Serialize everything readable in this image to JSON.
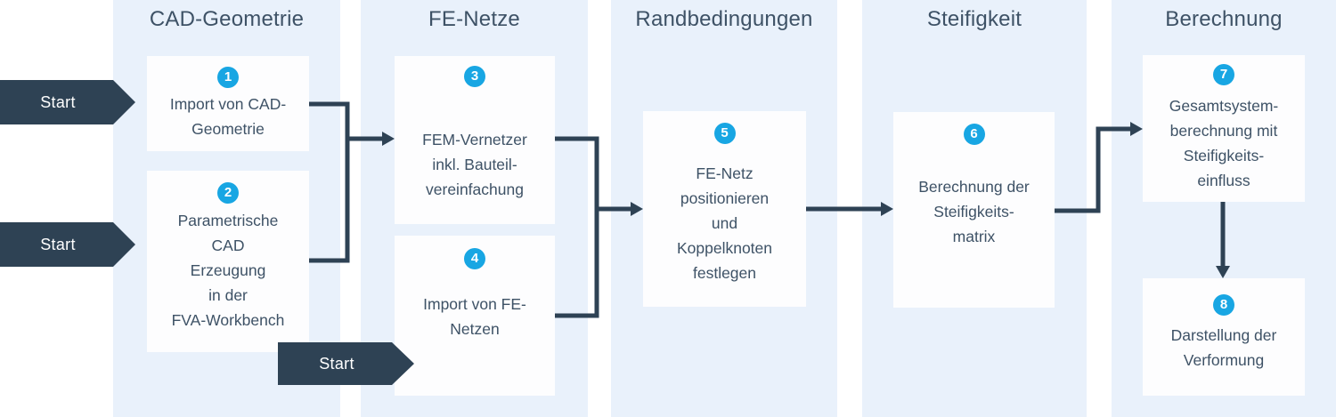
{
  "colors": {
    "navy": "#2e4254",
    "cyan": "#18a6e3",
    "band_blue": "#e9f1fb",
    "box_white": "#fdfdfe",
    "text_navy": "#3e5266"
  },
  "columns": [
    {
      "label": "CAD-Geometrie"
    },
    {
      "label": "FE-Netze"
    },
    {
      "label": "Randbedingungen"
    },
    {
      "label": "Steifigkeit"
    },
    {
      "label": "Berechnung"
    }
  ],
  "steps": [
    {
      "number": "1",
      "text": "Import von CAD-\nGeometrie"
    },
    {
      "number": "2",
      "text": "Parametrische\nCAD\nErzeugung\nin der\nFVA-Workbench"
    },
    {
      "number": "3",
      "text": "FEM-Vernetzer\ninkl. Bauteil-\nvereinfachung"
    },
    {
      "number": "4",
      "text": "Import von FE-\nNetzen"
    },
    {
      "number": "5",
      "text": "FE-Netz\npositionieren\nund\nKoppelknoten\nfestlegen"
    },
    {
      "number": "6",
      "text": "Berechnung der\nSteifigkeits-\nmatrix"
    },
    {
      "number": "7",
      "text": "Gesamtsystem-\nberechnung mit\nSteifigkeits-\neinfluss"
    },
    {
      "number": "8",
      "text": "Darstellung der\nVerformung"
    }
  ],
  "start_arrows": [
    {
      "label": "Start"
    },
    {
      "label": "Start"
    },
    {
      "label": "Start"
    }
  ]
}
